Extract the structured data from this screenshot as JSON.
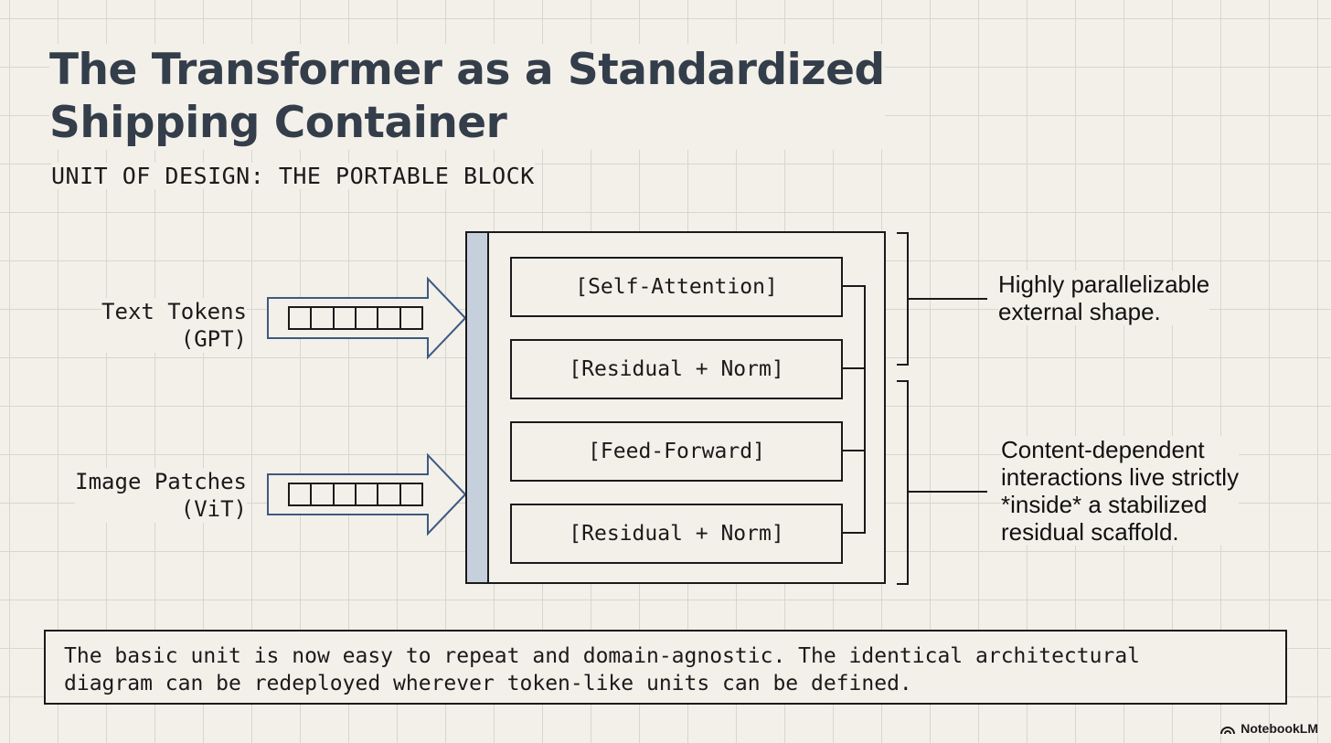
{
  "title": {
    "line1": "The Transformer as a Standardized",
    "line2": "Shipping Container"
  },
  "subtitle": "UNIT OF DESIGN: THE PORTABLE BLOCK",
  "inputs": [
    {
      "line1": "Text Tokens",
      "line2": "(GPT)"
    },
    {
      "line1": "Image Patches",
      "line2": "(ViT)"
    }
  ],
  "layers": [
    "[Self-Attention]",
    "[Residual + Norm]",
    "[Feed-Forward]",
    "[Residual + Norm]"
  ],
  "annotations": [
    {
      "line1": "Highly parallelizable",
      "line2": "external shape."
    },
    {
      "line1": "Content-dependent",
      "line2": "interactions live strictly",
      "line3": "*inside* a stabilized",
      "line4": "residual scaffold."
    }
  ],
  "summary": {
    "line1": "The basic unit is now easy to repeat and domain-agnostic. The identical architectural",
    "line2": "diagram can be redeployed wherever token-like units can be defined."
  },
  "brand": "NotebookLM",
  "colors": {
    "title": "#343e4a",
    "arrow": "#3d5a80",
    "rail": "#c6d0dc",
    "background": "#f3f0ea"
  }
}
